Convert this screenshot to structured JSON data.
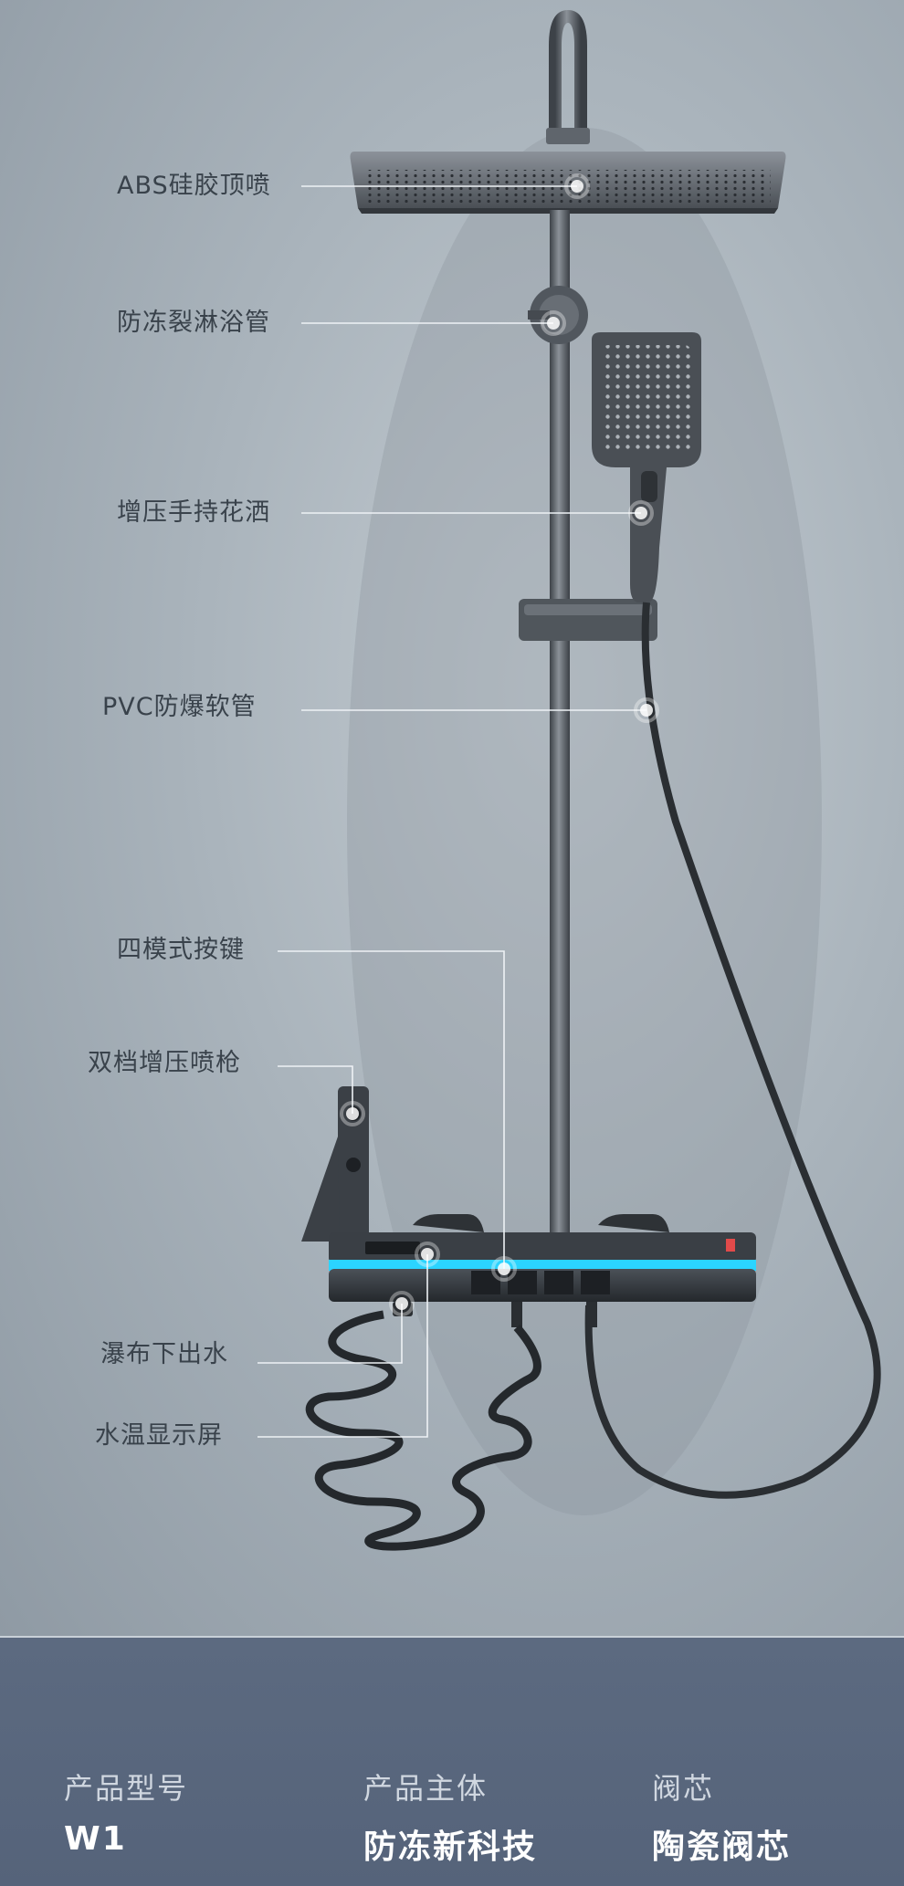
{
  "callouts": {
    "top_spray": "ABS硅胶顶喷",
    "antifreeze_pipe": "防冻裂淋浴管",
    "handheld": "增压手持花洒",
    "hose": "PVC防爆软管",
    "mode_buttons": "四模式按键",
    "spray_gun": "双档增压喷枪",
    "waterfall": "瀑布下出水",
    "temp_display": "水温显示屏"
  },
  "specs": [
    {
      "key": "产品型号",
      "value": "W1"
    },
    {
      "key": "产品主体",
      "value": "防冻新科技"
    },
    {
      "key": "阀芯",
      "value": "陶瓷阀芯"
    }
  ],
  "colors": {
    "wall": "#aab4bc",
    "metal": "#4f555c",
    "accent_led": "#2bd4ff",
    "spec_band": "#5c6a80"
  },
  "icons": [
    "shower-head-icon",
    "hand-shower-icon",
    "spray-gun-icon",
    "control-panel-icon"
  ]
}
